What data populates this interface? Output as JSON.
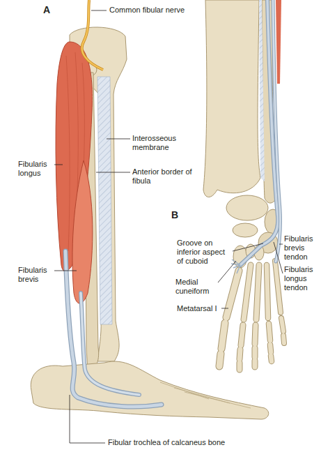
{
  "diagram": {
    "labels": [
      "A",
      "Common fibular nerve",
      "Interosseous membrane",
      "Fibularis longus",
      "Anterior border of fibula",
      "B",
      "Groove on inferior aspect of cuboid",
      "Fibularis brevis tendon",
      "Fibularis longus tendon",
      "Fibularis brevis",
      "Medial cuneiform",
      "Metatarsal I",
      "Fibular trochlea of calcaneus bone"
    ]
  }
}
